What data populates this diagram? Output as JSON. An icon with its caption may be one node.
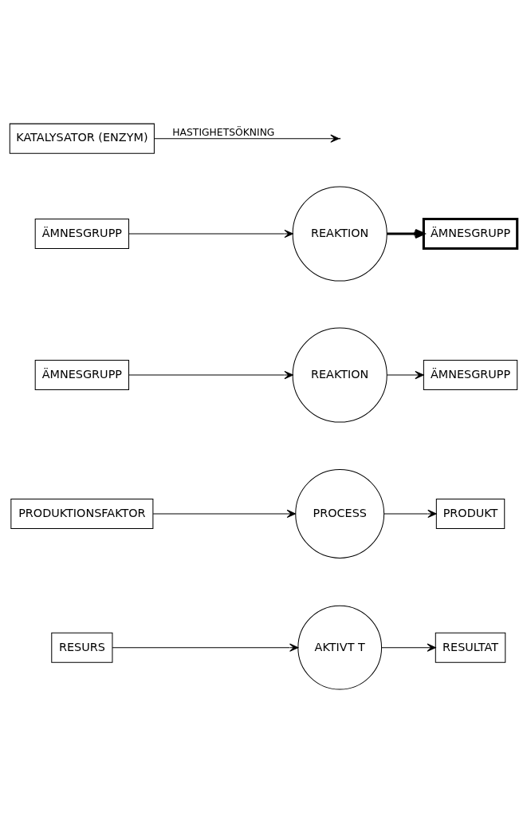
{
  "diagram": {
    "nodes": [
      {
        "text": [
          "RESURS"
        ]
      },
      {
        "text": [
          "AKTIVT T"
        ]
      },
      {
        "text": [
          "RESULTAT"
        ]
      },
      {
        "text": [
          "PRODUKTIONSFAKTOR"
        ]
      },
      {
        "text": [
          "PROCESS"
        ]
      },
      {
        "text": [
          "PRODUKT"
        ]
      },
      {
        "text": [
          "ÄMNESGRUPP"
        ]
      },
      {
        "text": [
          "REAKTION"
        ]
      },
      {
        "text": [
          "ÄMNESGRUPP"
        ]
      },
      {
        "text": [
          "ÄMNESGRUPP"
        ]
      },
      {
        "text": [
          "REAKTION"
        ]
      },
      {
        "text": [
          "ÄMNESGRUPP"
        ]
      },
      {
        "text": [
          "KATALYSATOR (ENZYM)"
        ]
      }
    ],
    "edges": [
      {
        "from": 0,
        "to": 1,
        "arrow": "to"
      },
      {
        "from": 1,
        "to": 2,
        "arrow": "to"
      },
      {
        "from": 3,
        "to": 4,
        "arrow": "to"
      },
      {
        "from": 4,
        "to": 5,
        "arrow": "to"
      },
      {
        "from": 6,
        "to": 7,
        "arrow": "to"
      },
      {
        "from": 7,
        "to": 8,
        "arrow": "to"
      },
      {
        "from": 9,
        "to": 10,
        "arrow": "to"
      },
      {
        "from": 10,
        "to": 11,
        "arrow": "to",
        "style": "thick"
      },
      {
        "from": 12,
        "to": null,
        "arrow": "to",
        "label": "HASTIGHETSÖKNING"
      }
    ]
  }
}
